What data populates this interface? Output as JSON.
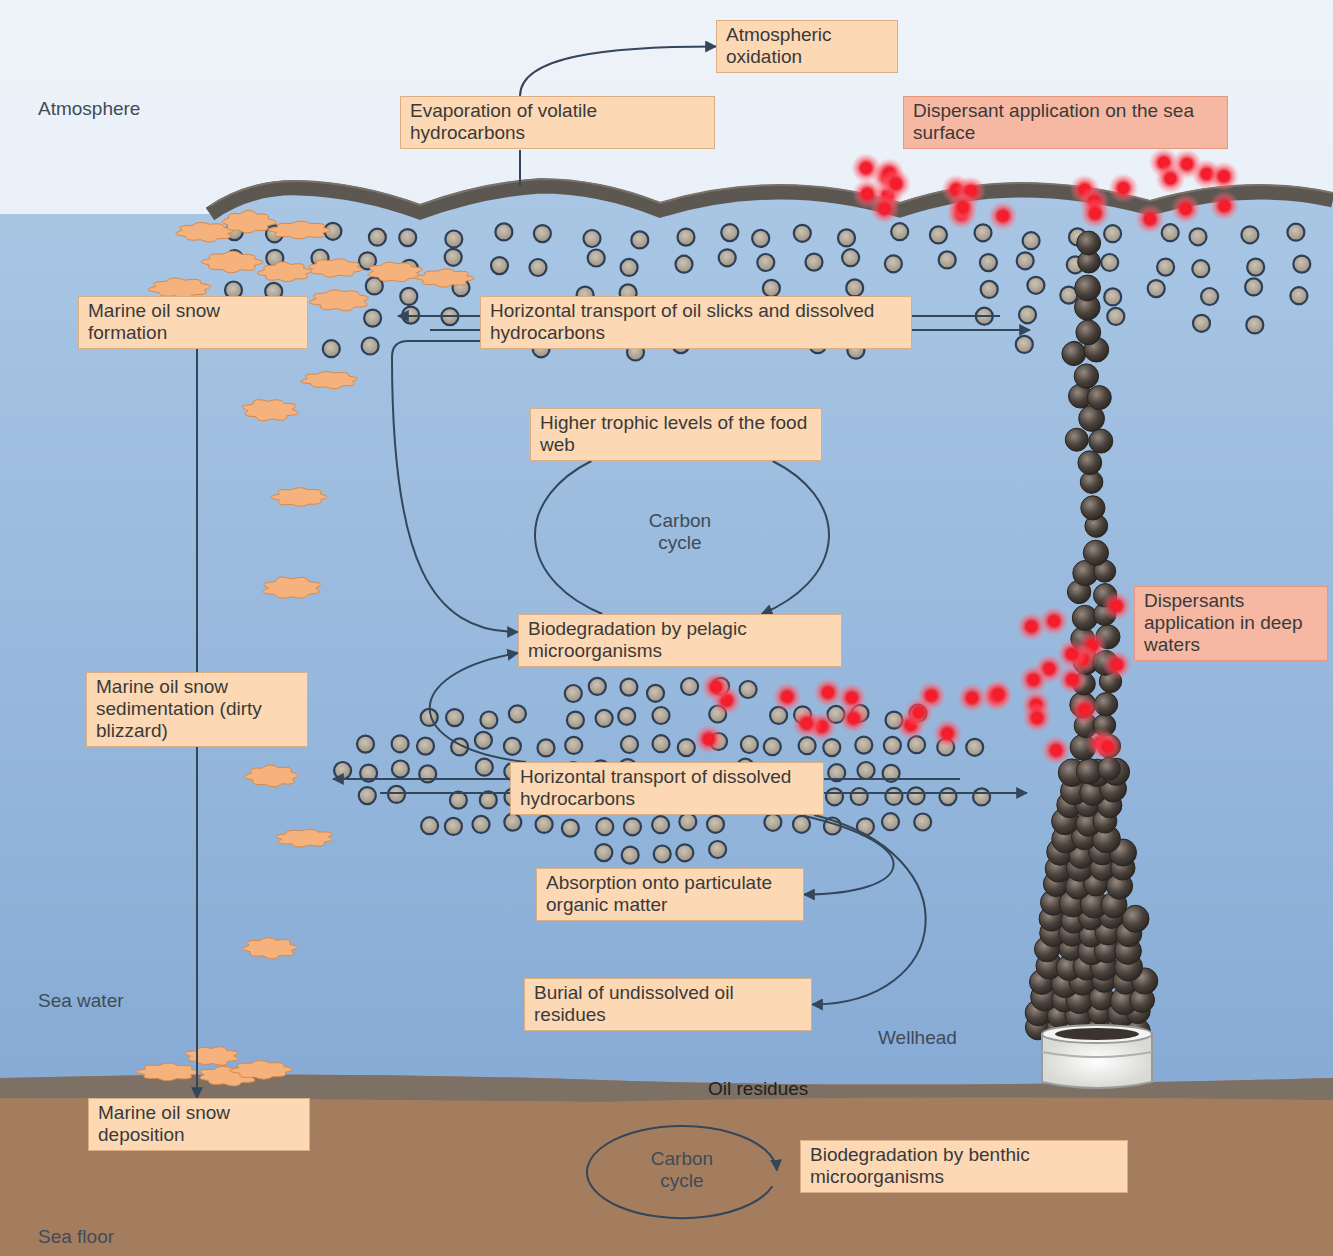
{
  "diagram": {
    "nodes": [
      {
        "text": [
          "Atmospheric oxidation"
        ]
      },
      {
        "text": [
          "Evaporation of volatile hydrocarbons"
        ]
      },
      {
        "text": [
          "Dispersant application on the sea surface"
        ]
      },
      {
        "text": [
          "Marine oil snow formation"
        ]
      },
      {
        "text": [
          "Horizontal transport of oil slicks and dissolved hydrocarbons"
        ]
      },
      {
        "text": [
          "Higher trophic levels of the food web"
        ]
      },
      {
        "text": [
          "Biodegradation by pelagic microorganisms"
        ]
      },
      {
        "text": [
          "Dispersants application in deep waters"
        ]
      },
      {
        "text": [
          "Marine oil snow sedimentation (dirty blizzard)"
        ]
      },
      {
        "text": [
          "Horizontal transport of dissolved hydrocarbons"
        ]
      },
      {
        "text": [
          "Absorption onto particulate organic matter"
        ]
      },
      {
        "text": [
          "Burial of undissolved oil residues"
        ]
      },
      {
        "text": [
          "Marine oil snow deposition"
        ]
      },
      {
        "text": [
          "Biodegradation by benthic microorganisms"
        ]
      }
    ],
    "edges": [
      {
        "from": 1,
        "to": 0,
        "arrow": "to"
      },
      {
        "from": 3,
        "to": 12,
        "arrow": "to"
      },
      {
        "from": 4,
        "to": 6,
        "arrow": "to"
      },
      {
        "from": 5,
        "to": 6,
        "arrow": "to"
      },
      {
        "from": 6,
        "to": 5,
        "arrow": "none"
      },
      {
        "from": 9,
        "to": 6,
        "arrow": "to"
      },
      {
        "from": 9,
        "to": 10,
        "arrow": "to"
      },
      {
        "from": 9,
        "to": 11,
        "arrow": "to"
      }
    ],
    "labels": [
      "Atmosphere",
      "Carbon cycle",
      "Sea water",
      "Wellhead",
      "Oil residues",
      "Carbon cycle",
      "Sea floor"
    ]
  }
}
